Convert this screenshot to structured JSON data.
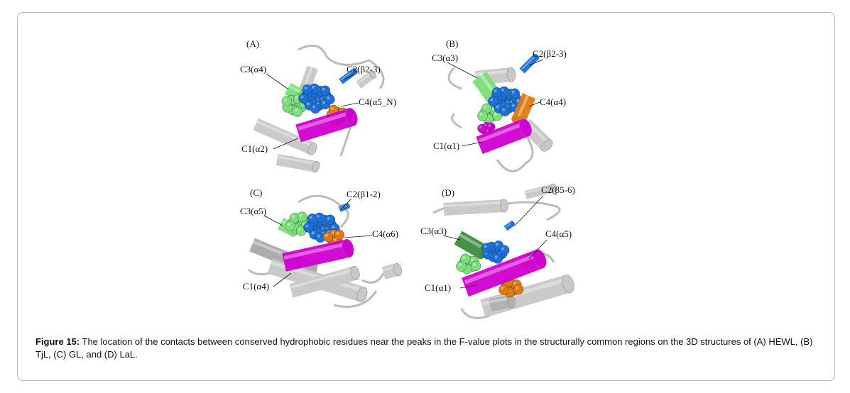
{
  "figure": {
    "panels": [
      {
        "id": "(A)",
        "labels": {
          "c1": "C1(α2)",
          "c2": "C2(β2-3)",
          "c3": "C3(α4)",
          "c4": "C4(α5_N)"
        }
      },
      {
        "id": "(B)",
        "labels": {
          "c1": "C1(α1)",
          "c2": "C2(β2-3)",
          "c3": "C3(α3)",
          "c4": "C4(α4)"
        }
      },
      {
        "id": "(C)",
        "labels": {
          "c1": "C1(α4)",
          "c2": "C2(β1-2)",
          "c3": "C3(α5)",
          "c4": "C4(α6)"
        }
      },
      {
        "id": "(D)",
        "labels": {
          "c1": "C1(α1)",
          "c2": "C2(β5-6)",
          "c3": "C3(α3)",
          "c4": "C4(α5)"
        }
      }
    ],
    "colors": {
      "c1": "#d000d0",
      "c2": "#1a6fd8",
      "c3": "#7be07b",
      "c4": "#e07a10",
      "gray": "#c8c8c8"
    },
    "caption_label": "Figure 15:",
    "caption_text": " The location of the contacts between conserved hydrophobic residues near the peaks in the F-value plots in the structurally common regions on the 3D structures of (A) HEWL, (B) TjL, (C) GL, and (D) LaL."
  }
}
